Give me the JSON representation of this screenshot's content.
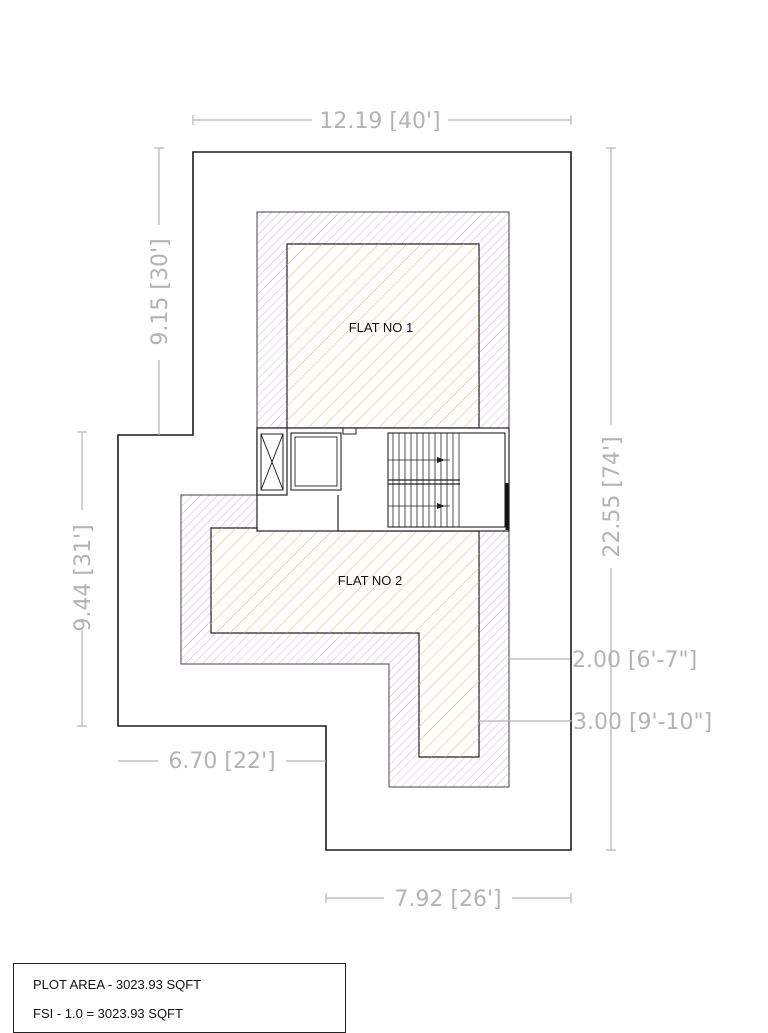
{
  "dimensions": {
    "top_width": "12.19 [40']",
    "left_upper": "9.15 [30']",
    "left_lower": "9.44 [31']",
    "right_height": "22.55 [74']",
    "setback_side": "2.00 [6'-7\"]",
    "setback_rear": "3.00 [9'-10\"]",
    "step_width": "6.70 [22']",
    "bottom_width": "7.92 [26']"
  },
  "rooms": {
    "flat1": "FLAT NO 1",
    "flat2": "FLAT NO 2"
  },
  "info": {
    "plot_area": "PLOT AREA - 3023.93 SQFT",
    "fsi": "FSI - 1.0 = 3023.93 SQFT"
  },
  "colors": {
    "plot_line": "#1a1a1a",
    "dimension": "#b3b3b3",
    "flat_hatch": "#f2b766",
    "wall_hatch": "#dba8df"
  }
}
